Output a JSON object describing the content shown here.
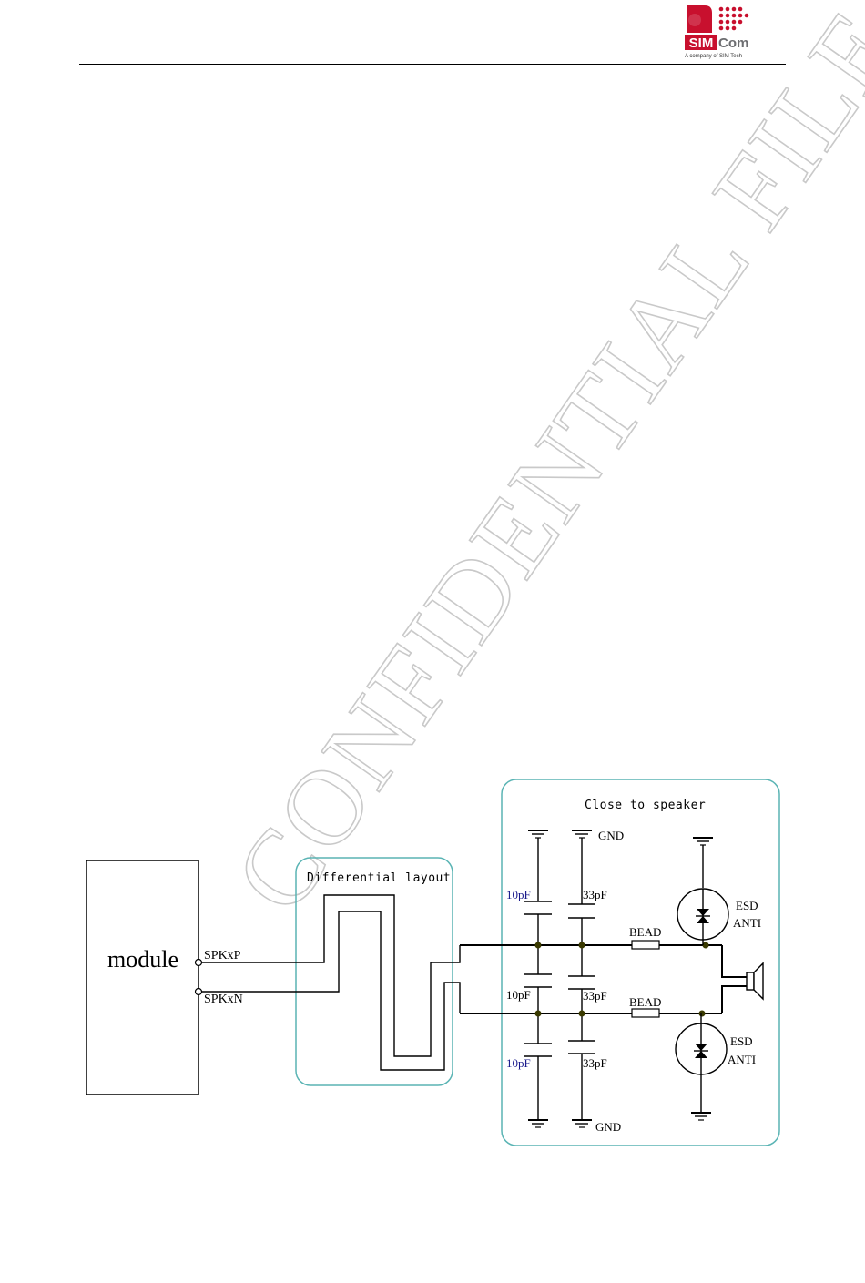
{
  "header": {
    "logo_text": "SIMCom",
    "logo_tagline": "A company of SIM Tech",
    "logo_colors": {
      "red": "#c8102e",
      "gray": "#6d6e71"
    }
  },
  "watermark": {
    "text": "CONFIDENTIAL FILE",
    "color": "#c9c9c9"
  },
  "diagram": {
    "module_label": "module",
    "pin_p": "SPKxP",
    "pin_n": "SPKxN",
    "differential_box_label": "Differential layout",
    "speaker_box_label": "Close to speaker",
    "gnd_label": "GND",
    "cap_10pf": "10pF",
    "cap_33pf": "33pF",
    "bead_label": "BEAD",
    "esd_label_1": "ESD",
    "esd_label_2": "ANTI",
    "box_color": "#5ab4b4",
    "wire_color": "#000000",
    "node_color": "#3a3a00",
    "blue_label_color": "#1a1a8c"
  }
}
